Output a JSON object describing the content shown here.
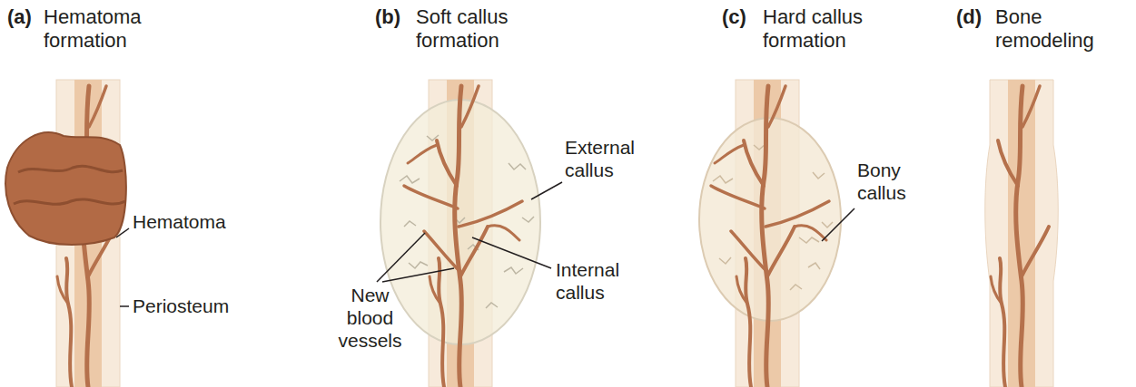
{
  "diagram": {
    "labels": [
      "(a)",
      "Hematoma formation",
      "(b)",
      "Soft callus formation",
      "(c)",
      "Hard callus formation",
      "(d)",
      "Bone remodeling",
      "Hematoma",
      "Periosteum",
      "External callus",
      "Internal callus",
      "New blood vessels",
      "Bony callus"
    ]
  }
}
